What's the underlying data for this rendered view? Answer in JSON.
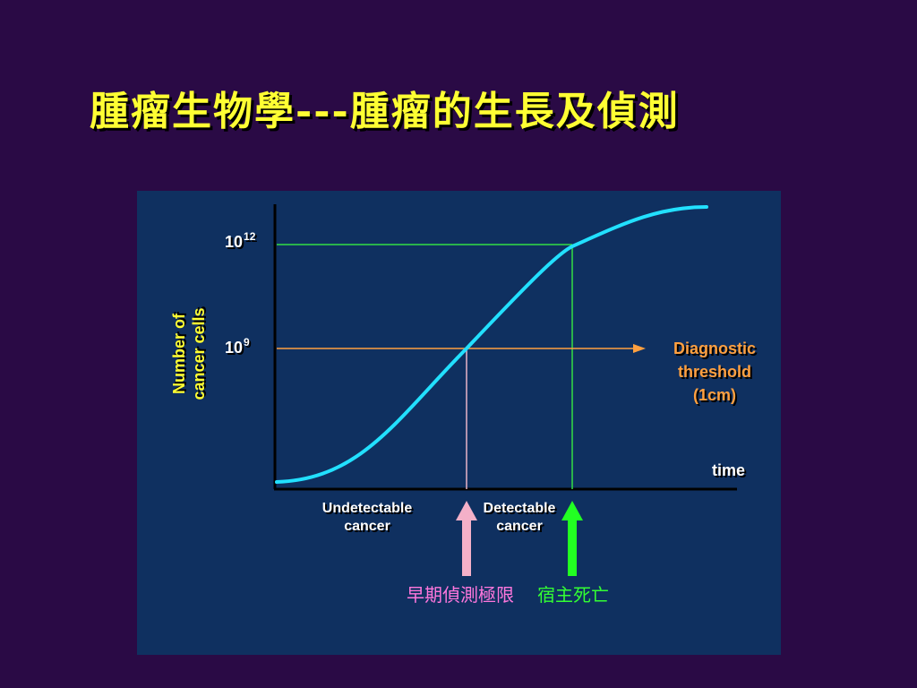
{
  "slide": {
    "title": "腫瘤生物學---腫瘤的生長及偵測"
  },
  "chart": {
    "y_axis_label": [
      "Number of",
      "cancer cells"
    ],
    "x_axis_label": "time",
    "y_ticks": [
      {
        "base": "10",
        "exponent": "12"
      },
      {
        "base": "10",
        "exponent": "9"
      }
    ],
    "threshold_label": [
      "Diagnostic",
      "threshold",
      "(1cm)"
    ],
    "region_labels": [
      [
        "Undetectable",
        "cancer"
      ],
      [
        "Detectable",
        "cancer"
      ]
    ],
    "markers": [
      {
        "text": "早期偵測極限",
        "color": "#ff77dd",
        "arrow_color": "#f4b0c8"
      },
      {
        "text": "宿主死亡",
        "color": "#33ff33",
        "arrow_color": "#22ff22"
      }
    ],
    "colors": {
      "curve": "#22e0ff",
      "threshold_line": "#ffa040",
      "max_line": "#33dd44",
      "detect_line": "#e8b4c8",
      "axis": "#000000",
      "panel": "#0f3060",
      "title": "#ffff33"
    }
  }
}
